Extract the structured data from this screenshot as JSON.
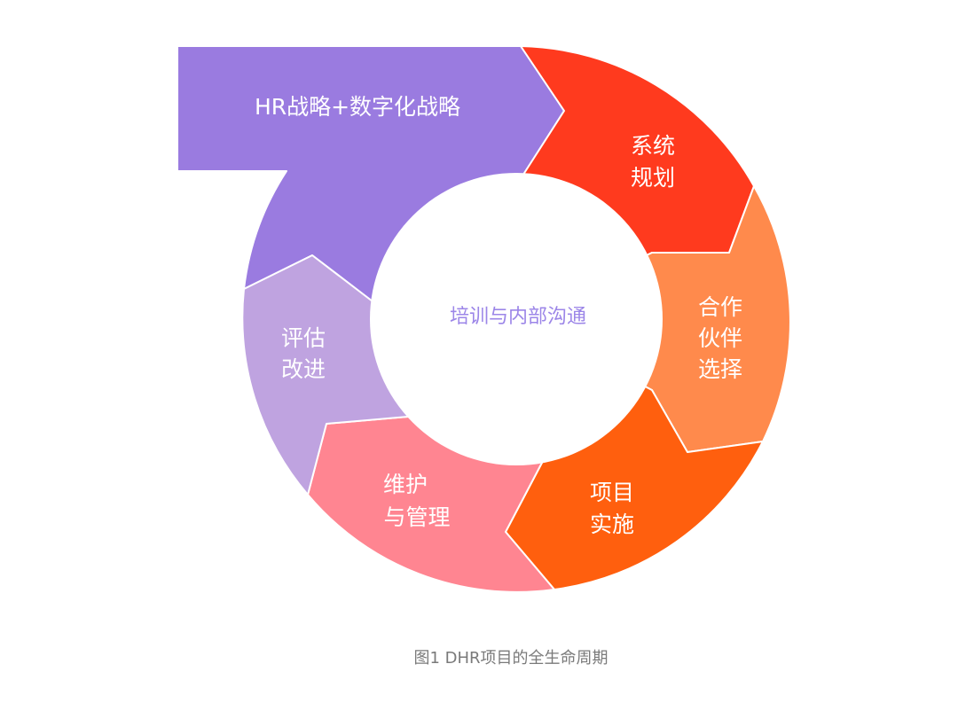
{
  "stages": [
    {
      "lines": [
        "HR战略+数字化战略"
      ],
      "color": "#9A7BE0"
    },
    {
      "lines": [
        "系统",
        "规划"
      ],
      "color": "#FF3A1E"
    },
    {
      "lines": [
        "合作",
        "伙伴",
        "选择"
      ],
      "color": "#FF8A4C"
    },
    {
      "lines": [
        "项目",
        "实施"
      ],
      "color": "#FF5F0E"
    },
    {
      "lines": [
        "维护",
        "与管理"
      ],
      "color": "#FF8591"
    },
    {
      "lines": [
        "评估",
        "改进"
      ],
      "color": "#BFA3E0"
    }
  ],
  "center": {
    "text": "培训与内部沟通",
    "color": "#9C86E8"
  },
  "caption": "图1 DHR项目的全生命周期"
}
